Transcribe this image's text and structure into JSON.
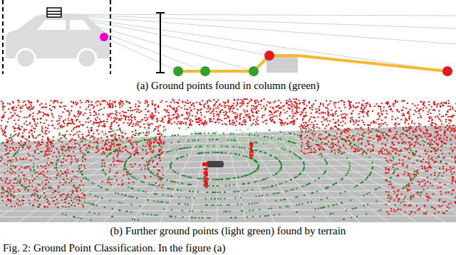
{
  "diagram": {
    "caption": "Fig. 2: Ground Point Classification. In the figure (a)",
    "labels": [
      "(a) Ground points found in column (green)",
      "(b) Further ground points (light green) found by terrain"
    ]
  }
}
